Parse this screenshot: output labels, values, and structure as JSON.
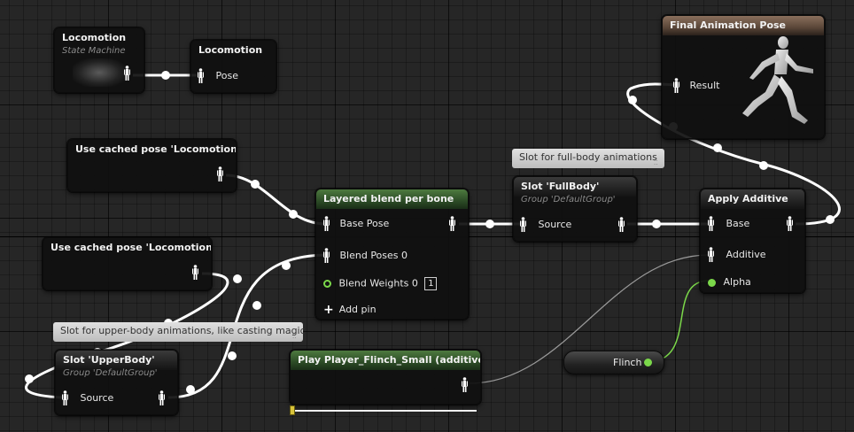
{
  "nodes": {
    "locomotion_sm": {
      "title": "Locomotion",
      "subtitle": "State Machine"
    },
    "locomotion_pose": {
      "title": "Locomotion",
      "pin": "Pose"
    },
    "cached_pose_1": {
      "title": "Use cached pose 'Locomotion'"
    },
    "cached_pose_2": {
      "title": "Use cached pose 'Locomotion'"
    },
    "layered_blend": {
      "title": "Layered blend per bone",
      "base_pose": "Base Pose",
      "blend_poses": "Blend Poses 0",
      "blend_weights": "Blend Weights 0",
      "blend_weights_value": "1",
      "add_pin": "Add pin"
    },
    "slot_fullbody": {
      "title": "Slot 'FullBody'",
      "subtitle": "Group 'DefaultGroup'",
      "pin": "Source"
    },
    "slot_upperbody": {
      "title": "Slot 'UpperBody'",
      "subtitle": "Group 'DefaultGroup'",
      "pin": "Source"
    },
    "apply_additive": {
      "title": "Apply Additive",
      "base": "Base",
      "additive": "Additive",
      "alpha": "Alpha"
    },
    "final_pose": {
      "title": "Final Animation Pose",
      "result": "Result"
    },
    "play_flinch": {
      "title": "Play Player_Flinch_Small (additive)"
    },
    "flinch_var": {
      "label": "Flinch"
    }
  },
  "comments": {
    "fullbody": "Slot for full-body animations",
    "upperbody": "Slot for upper-body animations, like casting magic"
  },
  "icons": {
    "pose_pin": "pose-pin-icon",
    "float_pin": "float-pin-icon",
    "add": "plus-icon"
  },
  "colors": {
    "background": "#262626",
    "pose_wire": "#ffffff",
    "float_wire": "#7bd84a",
    "anim_header": "#2c4b26",
    "result_header": "#5a4638"
  }
}
